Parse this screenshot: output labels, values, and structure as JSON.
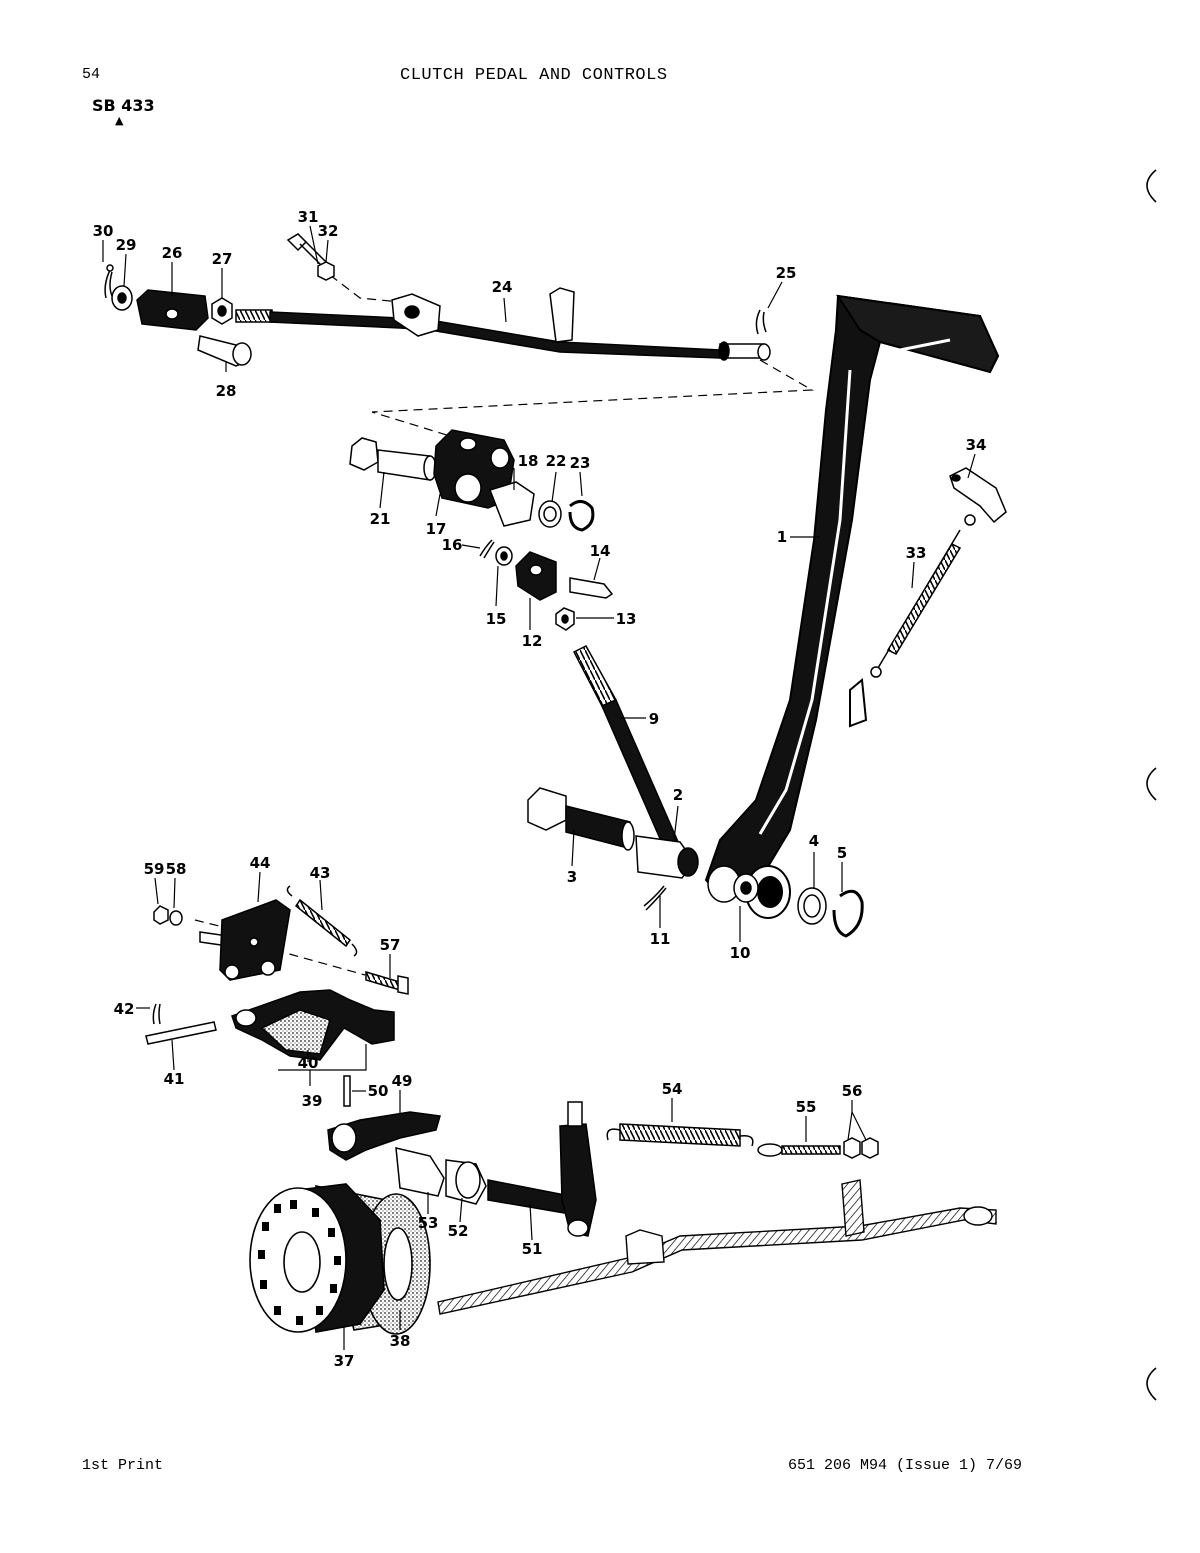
{
  "header": {
    "page_number": "54",
    "title": "CLUTCH PEDAL AND CONTROLS",
    "figure_ref": "SB 433"
  },
  "footer": {
    "print": "1st Print",
    "part_number": "651 206 M94 (Issue 1) 7/69"
  },
  "callouts": [
    {
      "id": "c1",
      "label": "1"
    },
    {
      "id": "c2",
      "label": "2"
    },
    {
      "id": "c3",
      "label": "3"
    },
    {
      "id": "c4",
      "label": "4"
    },
    {
      "id": "c5",
      "label": "5"
    },
    {
      "id": "c9",
      "label": "9"
    },
    {
      "id": "c10",
      "label": "10"
    },
    {
      "id": "c11",
      "label": "11"
    },
    {
      "id": "c12",
      "label": "12"
    },
    {
      "id": "c13",
      "label": "13"
    },
    {
      "id": "c14",
      "label": "14"
    },
    {
      "id": "c15",
      "label": "15"
    },
    {
      "id": "c16",
      "label": "16"
    },
    {
      "id": "c17",
      "label": "17"
    },
    {
      "id": "c18",
      "label": "18"
    },
    {
      "id": "c21",
      "label": "21"
    },
    {
      "id": "c22",
      "label": "22"
    },
    {
      "id": "c23",
      "label": "23"
    },
    {
      "id": "c24",
      "label": "24"
    },
    {
      "id": "c25",
      "label": "25"
    },
    {
      "id": "c26",
      "label": "26"
    },
    {
      "id": "c27",
      "label": "27"
    },
    {
      "id": "c28",
      "label": "28"
    },
    {
      "id": "c29",
      "label": "29"
    },
    {
      "id": "c30",
      "label": "30"
    },
    {
      "id": "c31",
      "label": "31"
    },
    {
      "id": "c32",
      "label": "32"
    },
    {
      "id": "c33",
      "label": "33"
    },
    {
      "id": "c34",
      "label": "34"
    },
    {
      "id": "c37",
      "label": "37"
    },
    {
      "id": "c38",
      "label": "38"
    },
    {
      "id": "c39",
      "label": "39"
    },
    {
      "id": "c40",
      "label": "40"
    },
    {
      "id": "c41",
      "label": "41"
    },
    {
      "id": "c42",
      "label": "42"
    },
    {
      "id": "c43",
      "label": "43"
    },
    {
      "id": "c44",
      "label": "44"
    },
    {
      "id": "c49",
      "label": "49"
    },
    {
      "id": "c50",
      "label": "50"
    },
    {
      "id": "c51",
      "label": "51"
    },
    {
      "id": "c52",
      "label": "52"
    },
    {
      "id": "c53",
      "label": "53"
    },
    {
      "id": "c54",
      "label": "54"
    },
    {
      "id": "c55",
      "label": "55"
    },
    {
      "id": "c56",
      "label": "56"
    },
    {
      "id": "c57",
      "label": "57"
    },
    {
      "id": "c58",
      "label": "58"
    },
    {
      "id": "c59",
      "label": "59"
    }
  ]
}
